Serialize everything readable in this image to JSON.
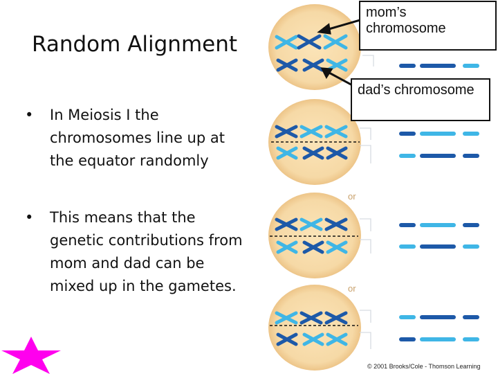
{
  "slide": {
    "title": "Random Alignment",
    "bullets": [
      {
        "marker": "•",
        "text": "In Meiosis I the chromosomes line up at the equator randomly"
      },
      {
        "marker": "•",
        "text": "This means that the genetic contributions from mom and dad can be mixed up in the gametes."
      }
    ],
    "figure": {
      "callouts": {
        "mom": "mom’s chromosome",
        "dad": "dad’s chromosome"
      },
      "or_labels": [
        "or",
        "or"
      ],
      "copyright": "© 2001 Brooks/Cole - Thomson Learning"
    }
  },
  "colors": {
    "cell_fill": "#f6d9a6",
    "cell_edge": "#e8b977",
    "chromosome_dark": "#1d59a8",
    "chromosome_light": "#3fb6e6",
    "star": "#ff00ee",
    "or_text": "#c8a06a"
  }
}
